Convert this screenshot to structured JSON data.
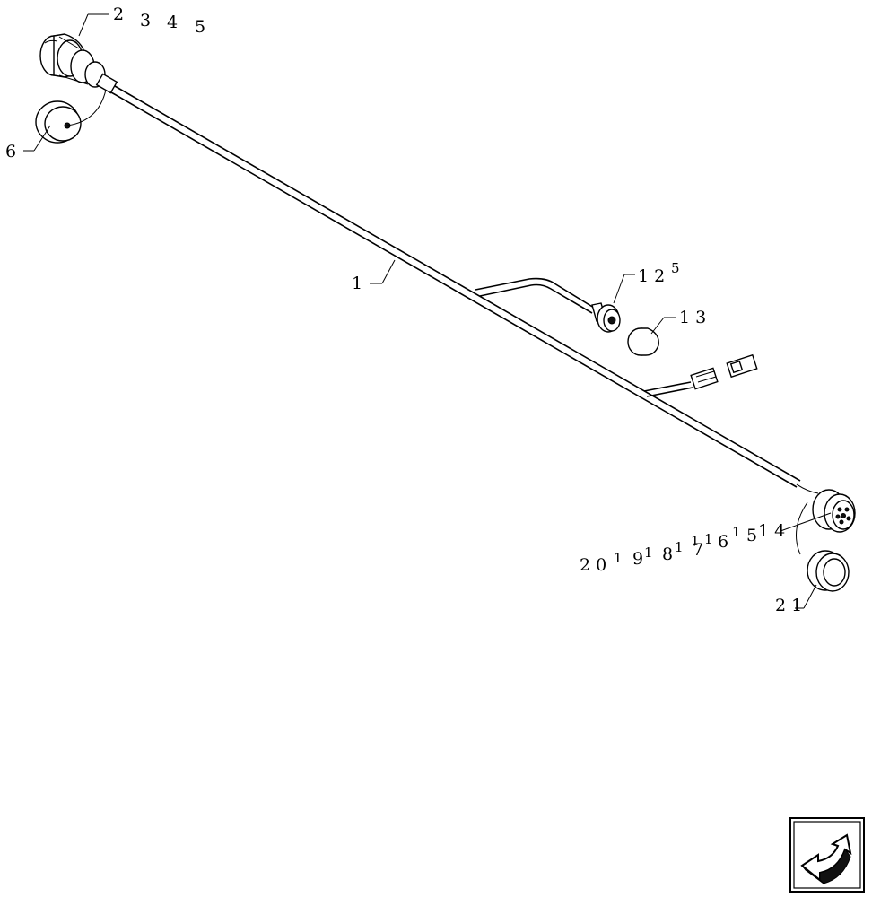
{
  "callouts": {
    "c2": "2",
    "c3": "3",
    "c4": "4",
    "c5": "5",
    "c6": "6",
    "c1": "1",
    "c12": "1 2",
    "c12sup": "5",
    "c13": "1 3",
    "c14": "1 4",
    "c15": "5",
    "c15b": "1",
    "c16": "6",
    "c16b": "1",
    "c17": "7",
    "c17b": "1",
    "c18": "8",
    "c18b": "1",
    "c19": "9",
    "c19b": "1",
    "c20": "2 0",
    "c20b": "1",
    "c21": "2 1"
  },
  "nav": {
    "icon": "return-arrow-icon"
  }
}
